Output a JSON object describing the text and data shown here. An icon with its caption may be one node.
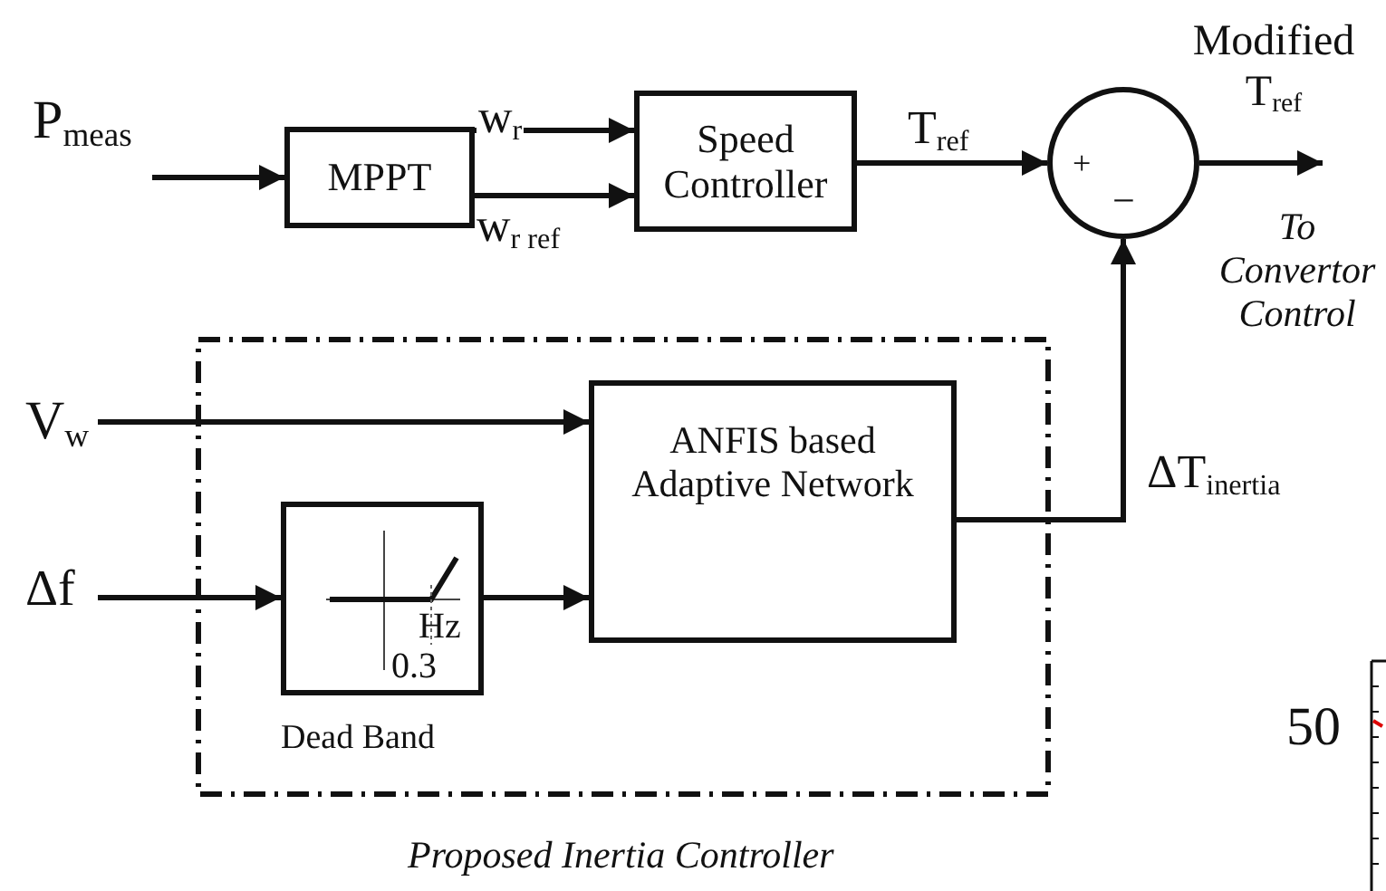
{
  "diagram": {
    "nodes": [
      {
        "text": [
          "P$_{meas}$"
        ]
      },
      {
        "text": [
          "MPPT"
        ]
      },
      {
        "text": [
          "Speed Controller"
        ]
      },
      {
        "text": [
          "+",
          "−"
        ]
      },
      {
        "text": [
          "Proposed Inertia Controller"
        ]
      },
      {
        "text": [
          "V$_{w}$"
        ]
      },
      {
        "text": [
          "Δf"
        ]
      },
      {
        "text": [
          "Hz",
          "0.3"
        ],
        "beside": [
          "Dead Band"
        ],
        "in": 4
      },
      {
        "text": [
          "ANFIS based Adaptive Network"
        ],
        "in": 4
      }
    ],
    "edges": [
      {
        "from": 0,
        "to": 1,
        "arrow": "to"
      },
      {
        "from": 1,
        "to": 2,
        "arrow": "to",
        "label": "w$_{r}$"
      },
      {
        "from": 1,
        "to": 2,
        "arrow": "to",
        "label": "w$_{r ref}$"
      },
      {
        "from": 2,
        "to": 3,
        "arrow": "to",
        "label": "T$_{ref}$"
      },
      {
        "from": 3,
        "to": null,
        "arrow": "to"
      },
      {
        "from": 5,
        "to": 8,
        "arrow": "to"
      },
      {
        "from": 6,
        "to": 7,
        "arrow": "to"
      },
      {
        "from": 7,
        "to": 8,
        "arrow": "to"
      },
      {
        "from": 8,
        "to": 3,
        "arrow": "to",
        "label": "ΔT$_{inertia}$"
      }
    ],
    "labels": [
      "Modified T$_{ref}$",
      "To Convertor Control",
      "50"
    ]
  }
}
